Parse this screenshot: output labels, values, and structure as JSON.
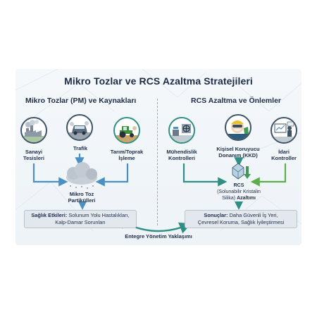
{
  "title": "Mikro Tozlar ve RCS Azaltma Stratejileri",
  "left_panel": {
    "title": "Mikro Tozlar (PM) ve Kaynakları",
    "sources": [
      {
        "icon": "factory-icon",
        "line1": "Sanayi",
        "line2": "Tesisleri"
      },
      {
        "icon": "traffic-icon",
        "line1": "Trafik",
        "line2": ""
      },
      {
        "icon": "tractor-icon",
        "line1": "Tarım/Toprak",
        "line2": "İşleme"
      }
    ],
    "center": {
      "line1": "Mikro Toz",
      "line2": "Partikülleri"
    },
    "effects": {
      "label": "Sağlık Etkileri:",
      "text1": "Solunum Yolu Hastalıkları,",
      "text2": "Kalp-Damar Sorunları"
    }
  },
  "right_panel": {
    "title": "RCS Azaltma ve Önlemler",
    "controls": [
      {
        "icon": "engineering-icon",
        "line1": "Mühendislik",
        "line2": "Kontrolleri"
      },
      {
        "icon": "ppe-icon",
        "line1": "Kişisel Koruyucu",
        "line2": "Donanım (KKD)"
      },
      {
        "icon": "admin-icon",
        "line1": "İdari",
        "line2": "Kontroller"
      }
    ],
    "center": {
      "line1": "RCS",
      "line2": "(Solunabilir Kristalin",
      "line3": "Silika)",
      "line3b": "Azaltımı"
    },
    "results": {
      "label": "Sonuçlar:",
      "text1": "Daha Güvenli İş Yeri,",
      "text2": "Çevresel Koruma, Sağlık İyileştirmesi"
    }
  },
  "footer": "Entegre Yönetim Yaklaşımı",
  "colors": {
    "teal": "#2f8f83",
    "green": "#5fae4e",
    "navy": "#1e2c45",
    "blue": "#4a90c2"
  }
}
